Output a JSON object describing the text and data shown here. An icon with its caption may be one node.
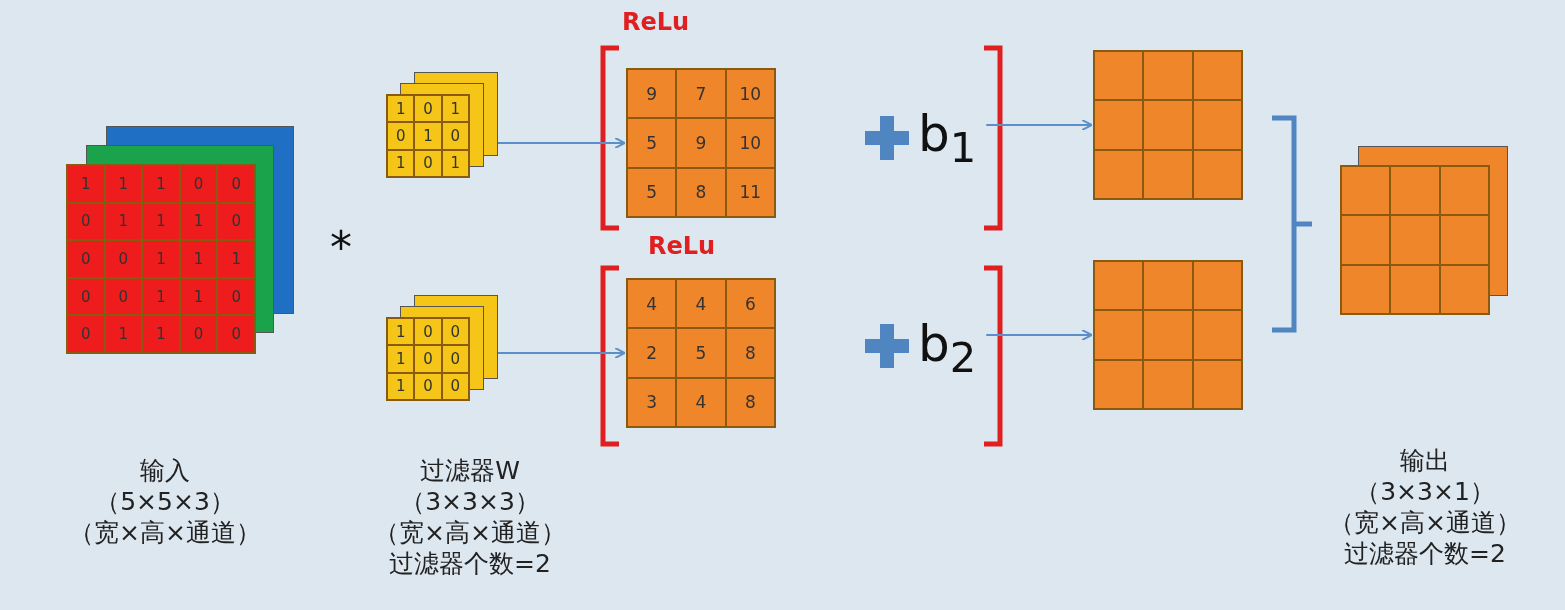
{
  "diagram": {
    "nodes": [
      {
        "text": [
          "1",
          "1",
          "1",
          "0",
          "0",
          "0",
          "1",
          "1",
          "1",
          "0",
          "0",
          "0",
          "1",
          "1",
          "1",
          "0",
          "0",
          "1",
          "1",
          "0",
          "0",
          "1",
          "1",
          "0",
          "0"
        ],
        "beside": [
          "输入",
          "（5×5×3）",
          "（宽×高×通道）"
        ]
      },
      {
        "text": [
          "1",
          "0",
          "1",
          "0",
          "1",
          "0",
          "1",
          "0",
          "1"
        ]
      },
      {
        "text": [
          "1",
          "0",
          "0",
          "1",
          "0",
          "0",
          "1",
          "0",
          "0"
        ],
        "beside": [
          "过滤器W",
          "（3×3×3）",
          "（宽×高×通道）",
          "过滤器个数=2"
        ]
      },
      {
        "text": [
          "9",
          "7",
          "10",
          "5",
          "9",
          "10",
          "5",
          "8",
          "11"
        ]
      },
      {
        "text": [
          "b$_{1}$"
        ]
      },
      {
        "text": [],
        "shape": "box"
      },
      {
        "text": [
          "4",
          "4",
          "6",
          "2",
          "5",
          "8",
          "3",
          "4",
          "8"
        ]
      },
      {
        "text": [
          "b$_{2}$"
        ]
      },
      {
        "text": [],
        "shape": "box"
      },
      {
        "text": [],
        "shape": "box",
        "beside": [
          "输出",
          "（3×3×1）",
          "（宽×高×通道）",
          "过滤器个数=2"
        ]
      }
    ],
    "edges": [
      {
        "from": 1,
        "to": 3,
        "arrow": "to"
      },
      {
        "from": 2,
        "to": 6,
        "arrow": "to"
      },
      {
        "from": 4,
        "to": 5,
        "arrow": "to"
      },
      {
        "from": 7,
        "to": 8,
        "arrow": "to"
      }
    ],
    "labels": [
      "ReLu",
      "*",
      "ReLu"
    ]
  }
}
